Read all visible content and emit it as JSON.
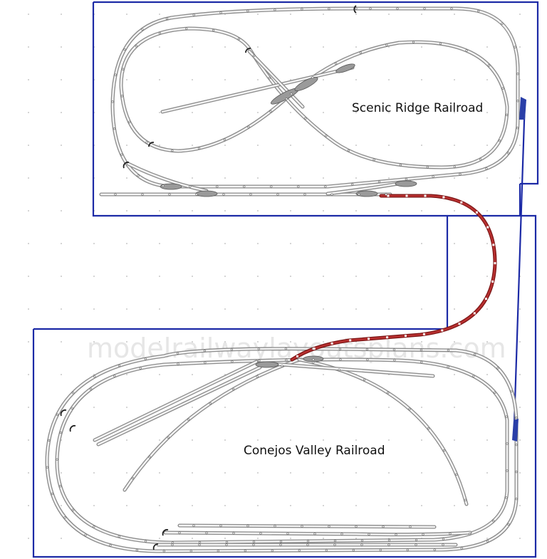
{
  "labels": {
    "upper": "Scenic Ridge Railroad",
    "lower": "Conejos Valley Railroad"
  },
  "watermark": "modelrailwaylayoutsplans.com",
  "colors": {
    "board_outline": "#1c2aa6",
    "track": "#8a8a8a",
    "connecting_grade": "#b83030"
  }
}
